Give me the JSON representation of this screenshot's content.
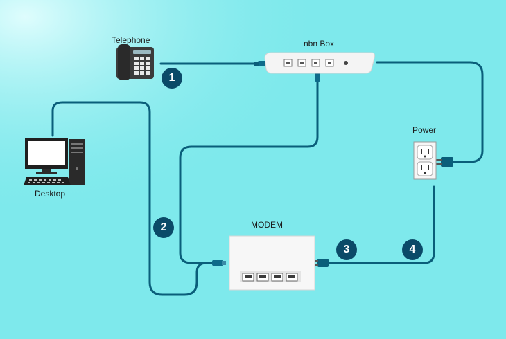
{
  "labels": {
    "telephone": "Telephone",
    "nbn_box": "nbn Box",
    "power": "Power",
    "desktop": "Desktop",
    "modem": "MODEM"
  },
  "steps": [
    "1",
    "2",
    "3",
    "4"
  ],
  "colors": {
    "background": "#7ee9ec",
    "cable": "#0a5e7a",
    "badge": "#0b4a68",
    "badge_text": "#ffffff"
  },
  "icons": {
    "telephone": "telephone-icon",
    "nbn_box": "nbn-box-icon",
    "power": "power-outlet-icon",
    "desktop": "desktop-computer-icon",
    "modem": "modem-icon"
  }
}
